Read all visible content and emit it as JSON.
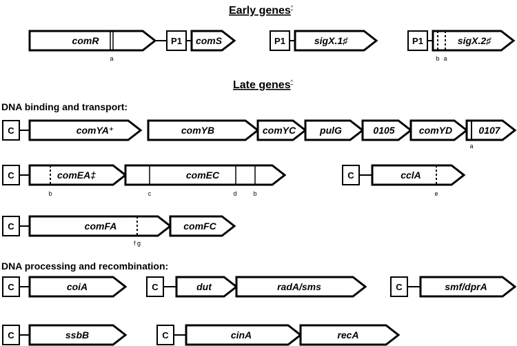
{
  "titles": {
    "early": "Early genes",
    "early_mark": "^",
    "late": "Late genes",
    "late_mark": "^"
  },
  "sections": {
    "binding": "DNA binding and transport:",
    "processing": "DNA processing and recombination:"
  },
  "boxes": {
    "p1": "P1",
    "c": "C"
  },
  "genes": {
    "comR": "comR",
    "comS": "comS",
    "sigX1": "sigX.1♯",
    "sigX2": "sigX.2♯",
    "comYA": "comYA⁺",
    "comYB": "comYB",
    "comYC": "comYC",
    "pulG": "pulG",
    "g0105": "0105",
    "comYD": "comYD",
    "g0107": "0107",
    "comEA": "comEA‡",
    "comEC": "comEC",
    "cclA": "cclA",
    "comFA": "comFA",
    "comFC": "comFC",
    "coiA": "coiA",
    "dut": "dut",
    "radA": "radA/sms",
    "smf": "smf/dprA",
    "ssbB": "ssbB",
    "cinA": "cinA",
    "recA": "recA"
  },
  "sites": {
    "a": "a",
    "b": "b",
    "c": "c",
    "d": "d",
    "e": "e",
    "fg": "f g"
  }
}
